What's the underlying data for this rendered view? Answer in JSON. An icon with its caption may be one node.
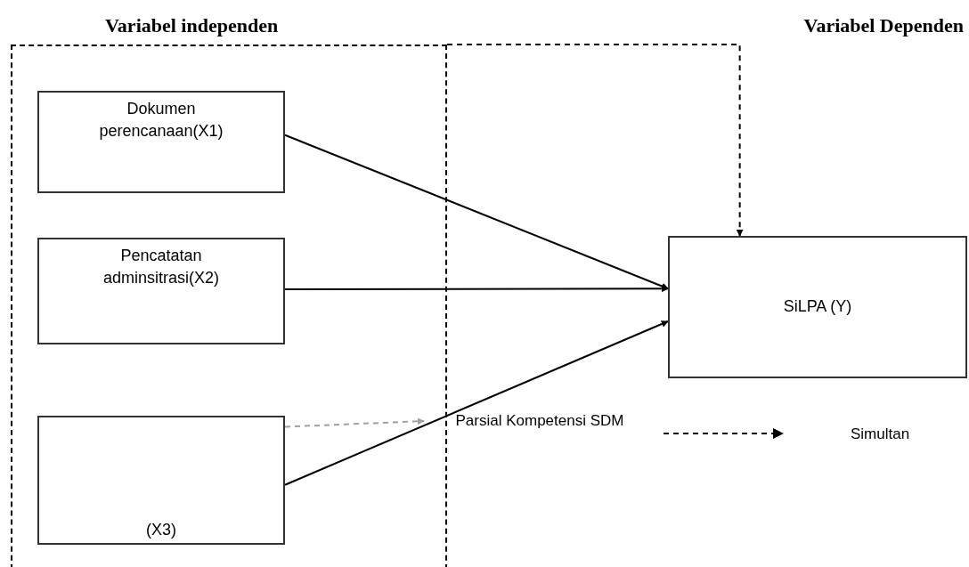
{
  "diagram": {
    "nodes": [
      {
        "text": [],
        "shape": "box"
      },
      {
        "text": [
          "Dokumen perencanaan(X1)"
        ],
        "in": 0
      },
      {
        "text": [
          "Pencatatan adminsitrasi(X2)"
        ],
        "in": 0
      },
      {
        "text": [
          "(X3)"
        ],
        "in": 0
      },
      {
        "text": [
          "SiLPA (Y)"
        ]
      },
      {
        "text": [
          "Parsial Kompetensi SDM"
        ]
      }
    ],
    "edges": [
      {
        "from": 1,
        "to": 4,
        "arrow": "to"
      },
      {
        "from": 2,
        "to": 4,
        "arrow": "to"
      },
      {
        "from": 3,
        "to": 4,
        "arrow": "to"
      },
      {
        "from": 0,
        "to": 4,
        "arrow": "to",
        "style": "dashed"
      },
      {
        "from": 3,
        "to": 5,
        "arrow": "to",
        "style": "dashed",
        "color": "#a0a0a0"
      }
    ],
    "labels": [
      "Variabel independen",
      "Variabel Dependen"
    ],
    "legend": [
      {
        "text": "Simultan"
      }
    ]
  }
}
